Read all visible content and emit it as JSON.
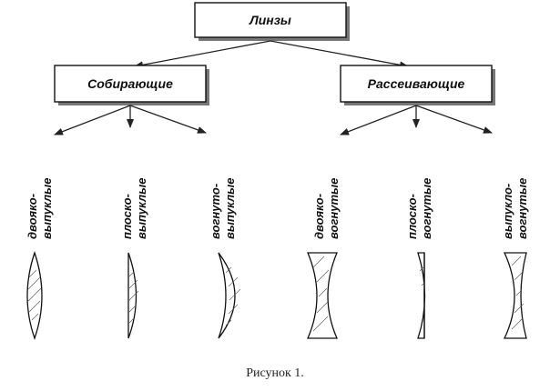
{
  "root": {
    "label": "Линзы"
  },
  "groups": [
    {
      "label": "Собирающие",
      "types": [
        {
          "line1": "двояко-",
          "line2": "выпуклые"
        },
        {
          "line1": "плоско-",
          "line2": "выпуклые"
        },
        {
          "line1": "вогнуто-",
          "line2": "выпуклые"
        }
      ]
    },
    {
      "label": "Рассеивающие",
      "types": [
        {
          "line1": "двояко-",
          "line2": "вогнутые"
        },
        {
          "line1": "плоско-",
          "line2": "вогнутые"
        },
        {
          "line1": "выпукло-",
          "line2": "вогнутые"
        }
      ]
    }
  ],
  "caption": "Рисунок 1."
}
